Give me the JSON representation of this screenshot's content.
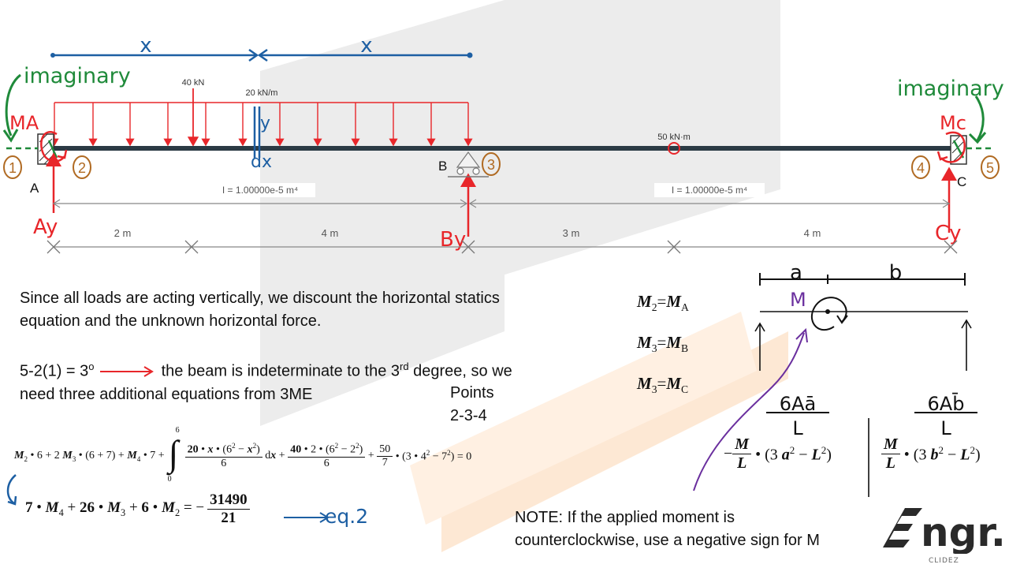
{
  "beam": {
    "labels": {
      "x_left": "x",
      "x_right": "x",
      "imaginary_left": "imaginary",
      "imaginary_right": "imaginary",
      "MA": "MA",
      "Mc": "Mc",
      "Ay": "Ay",
      "By": "By",
      "Cy": "Cy",
      "A": "A",
      "B": "B",
      "C": "C",
      "dx": "dx",
      "y": "y",
      "point_1": "1",
      "point_2": "2",
      "point_3": "3",
      "point_4": "4",
      "point_5": "5"
    },
    "loads": {
      "point_load": "40 kN",
      "distributed_load": "20 kN/m",
      "moment_load": "50 kN·m"
    },
    "inertia": {
      "left_span": "I = 1.00000e-5 m⁴",
      "right_span": "I = 1.00000e-5 m⁴"
    },
    "dimensions": [
      "2 m",
      "4 m",
      "3 m",
      "4 m"
    ]
  },
  "text": {
    "line1a": "Since all loads are acting vertically, we discount the horizontal statics",
    "line1b": "equation and the unknown horizontal force.",
    "degree_expr": "5-2(1) = 3",
    "degree_sup": "o",
    "line2a_pre": "the beam is indeterminate to the 3",
    "line2a_sup": "rd",
    "line2a_post": " degree, so we",
    "line2b": "need three additional equations from 3ME",
    "points_label": "Points",
    "points_value": "2-3-4"
  },
  "equations": {
    "integral_lower": "0",
    "integral_upper": "6",
    "eq_label": "eq.2",
    "result_numerator": "31490",
    "result_denominator": "21"
  },
  "relations": {
    "r1_sub_left": "2",
    "r1_sub_right": "A",
    "r2_sub_left": "3",
    "r2_sub_right": "B",
    "r3_sub_left": "3",
    "r3_sub_right": "C"
  },
  "moment_diagram": {
    "a": "a",
    "b": "b",
    "M": "M",
    "left_coef_num": "6Aā",
    "left_coef_den": "L",
    "right_coef_num": "6Ab̄",
    "right_coef_den": "L"
  },
  "note": {
    "line1": "NOTE: If the applied moment is",
    "line2": "counterclockwise, use a negative sign for M"
  },
  "logo": {
    "main": "Engr.",
    "sub": "CLIDEZ"
  },
  "colors": {
    "beam": "#2b3a44",
    "load": "#e8262a",
    "blue": "#1d5fa3",
    "green": "#1f8a3a",
    "orange": "#b06a22",
    "purple": "#6a2f9e",
    "dims": "#555555"
  }
}
